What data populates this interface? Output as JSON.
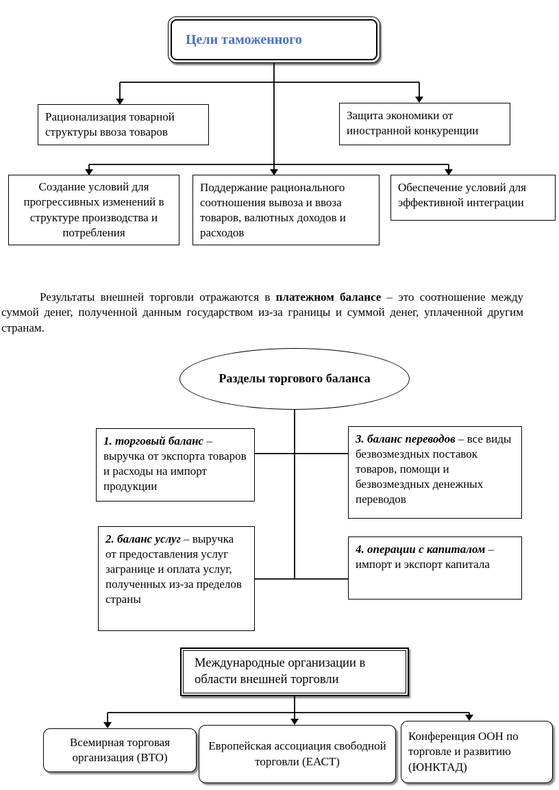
{
  "customs_goals": {
    "title": "Цели таможенного",
    "title_color": "#4472c4",
    "level1": [
      {
        "label": "Рационализация товарной структуры ввоза товаров"
      },
      {
        "label": "Защита экономики от иностранной конкуренции"
      }
    ],
    "level2": [
      {
        "label": "Создание условий для прогрессивных изменений в структуре производства и потребления"
      },
      {
        "label": "Поддержание рационального соотношения вывоза и ввоза товаров, валютных доходов и расходов"
      },
      {
        "label": "Обеспечение условий для эффективной интеграции"
      }
    ]
  },
  "paragraph": {
    "lead": "Результаты внешней торговли отражаются в ",
    "bold": "платежном балансе",
    "tail": " – это соотношение между суммой денег, полученной данным государством из-за границы и суммой денег, уплаченной другим странам."
  },
  "trade_balance": {
    "title": "Разделы торгового баланса",
    "items": [
      {
        "term": "1. торговый баланс",
        "rest": " – выручка от экспорта товаров и расходы на импорт продукции"
      },
      {
        "term": "3. баланс переводов",
        "rest": " – все виды безвозмездных поставок товаров, помощи и безвозмездных денежных переводов"
      },
      {
        "term": "2. баланс услуг",
        "rest": " – выручка от предоставления услуг загранице и оплата услуг, полученных из-за пределов страны"
      },
      {
        "term": "4. операции с капиталом",
        "rest": " – импорт и экспорт капитала"
      }
    ]
  },
  "organizations": {
    "title": "Международные организации в области внешней торговли",
    "items": [
      {
        "label": "Всемирная торговая организация (ВТО)"
      },
      {
        "label": "Европейская ассоциация свободной торговли (ЕАСТ)"
      },
      {
        "label": "Конференция ООН по торговле и развитию (ЮНКТАД)"
      }
    ]
  }
}
